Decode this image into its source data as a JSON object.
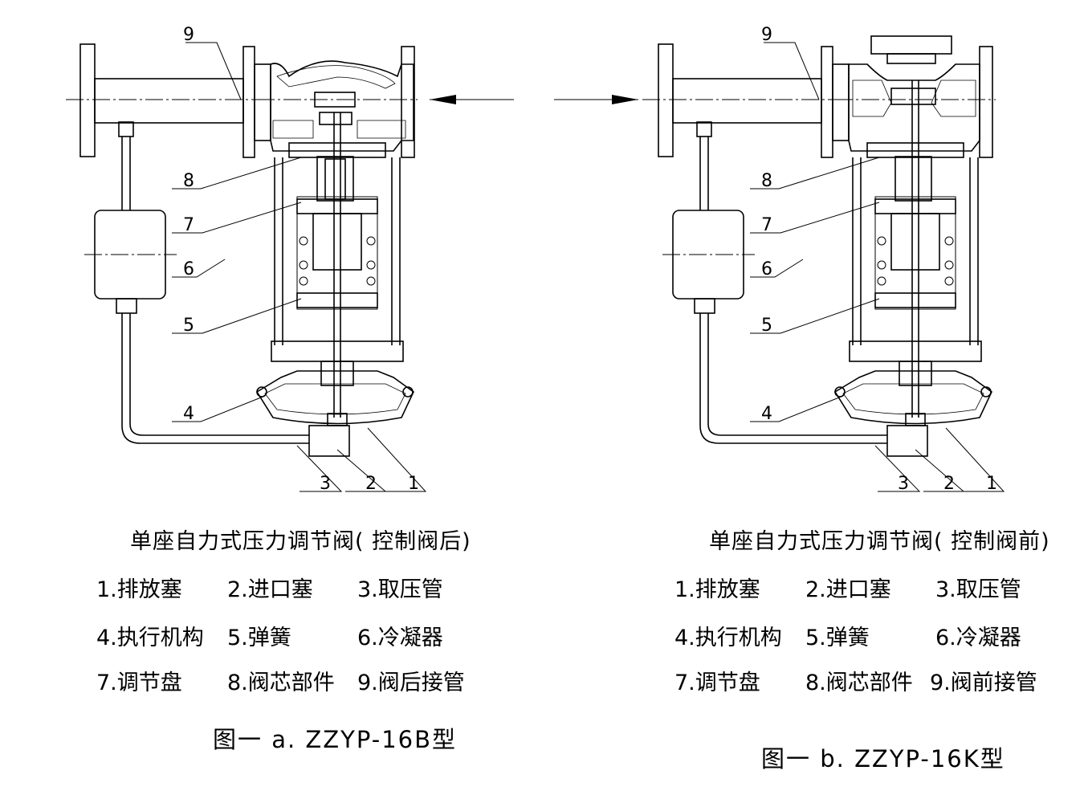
{
  "diagrams": [
    {
      "id": "a",
      "title": "单座自力式压力调节阀( 控制阀后)",
      "caption": "图一 a.  ZZYP-16B型",
      "part_numbers": [
        "1",
        "2",
        "3",
        "4",
        "5",
        "6",
        "7",
        "8",
        "9"
      ],
      "legend": [
        [
          "1.排放塞",
          "2.进口塞",
          "3.取压管"
        ],
        [
          "4.执行机构",
          "5.弹簧",
          "6.冷凝器"
        ],
        [
          "7.调节盘",
          "8.阀芯部件",
          "9.阀后接管"
        ]
      ]
    },
    {
      "id": "b",
      "title": "单座自力式压力调节阀( 控制阀前)",
      "caption": "图一 b. ZZYP-16K型",
      "part_numbers": [
        "1",
        "2",
        "3",
        "4",
        "5",
        "6",
        "7",
        "8",
        "9"
      ],
      "legend": [
        [
          "1.排放塞",
          "2.进口塞",
          "3.取压管"
        ],
        [
          "4.执行机构",
          "5.弹簧",
          "6.冷凝器"
        ],
        [
          "7.调节盘",
          "8.阀芯部件",
          "9.阀前接管"
        ]
      ]
    }
  ],
  "colors": {
    "line": "#000000",
    "background": "#ffffff"
  }
}
